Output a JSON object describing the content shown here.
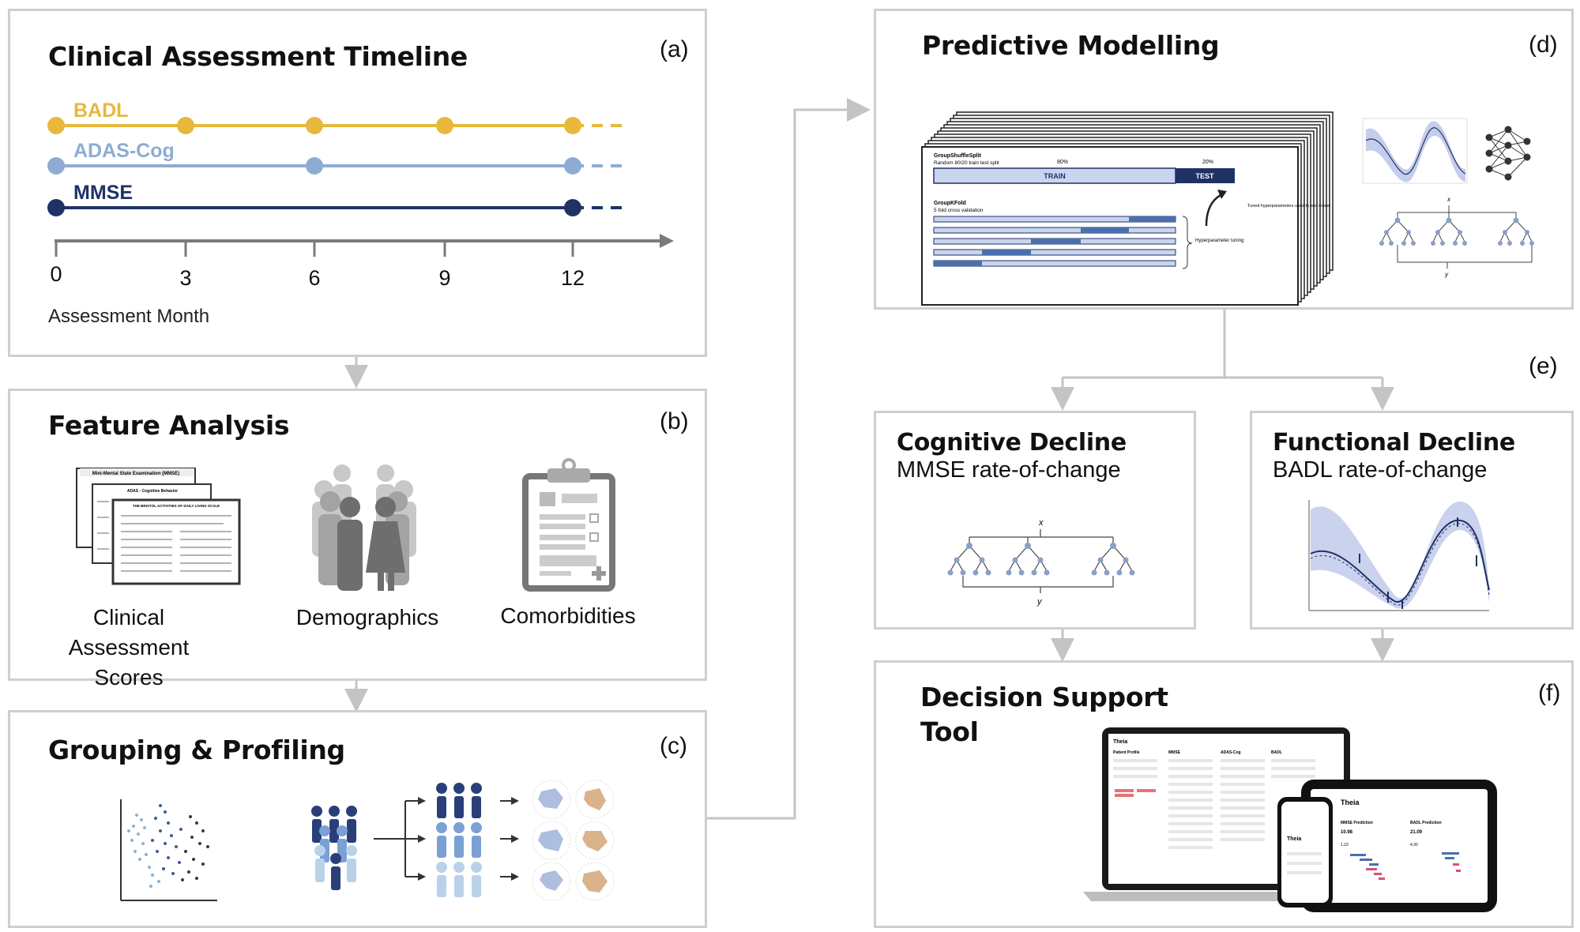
{
  "panels": {
    "a": {
      "title": "Clinical Assessment Timeline",
      "tag": "(a)",
      "lines": [
        {
          "name": "BADL",
          "color": "#e7b83b"
        },
        {
          "name": "ADAS-Cog",
          "color": "#8eacd3"
        },
        {
          "name": "MMSE",
          "color": "#1f3266"
        }
      ],
      "ticks": [
        "0",
        "3",
        "6",
        "9",
        "12"
      ],
      "axis_label": "Assessment Month"
    },
    "b": {
      "title": "Feature Analysis",
      "tag": "(b)",
      "items": [
        "Clinical Assessment Scores",
        "Demographics",
        "Comorbidities"
      ],
      "doc_titles": [
        "Mini-Mental State Examination (MMSE)",
        "ADAS - Cognitive Behavior",
        "THE BRISTOL ACTIVITIES OF DAILY LIVING SCALE"
      ]
    },
    "c": {
      "title": "Grouping & Profiling",
      "tag": "(c)"
    },
    "d": {
      "title": "Predictive Modelling",
      "tag": "(d)",
      "split_title": "GroupShuffleSplit",
      "split_sub": "Random 80/20 train test split",
      "train_pct": "80%",
      "test_pct": "20%",
      "train": "TRAIN",
      "test": "TEST",
      "kfold_title": "GroupKFold",
      "kfold_sub": "5 fold cross validation",
      "tuning": "Hyperparameter tuning",
      "tuned": "Tuned hyperparameters used to test model",
      "x": "x",
      "y": "y"
    },
    "e": {
      "tag": "(e)",
      "cog_title": "Cognitive Decline",
      "cog_sub": "MMSE rate-of-change",
      "fun_title": "Functional Decline",
      "fun_sub": "BADL rate-of-change"
    },
    "f": {
      "title_1": "Decision Support",
      "title_2": "Tool",
      "tag": "(f)",
      "app": "Theia",
      "cols": [
        "Patient Profile",
        "MMSE",
        "ADAS-Cog",
        "BADL"
      ],
      "tab_cols": [
        "MMSE Prediction",
        "BADL Prediction"
      ],
      "tab_vals": [
        "10.98",
        "21.09",
        "1.23",
        "4.30"
      ]
    }
  },
  "colors": {
    "gold": "#e7b83b",
    "lightblue": "#8eacd3",
    "navy": "#1f3266",
    "gray": "#cfcfcf",
    "band": "#cdd6ee"
  }
}
